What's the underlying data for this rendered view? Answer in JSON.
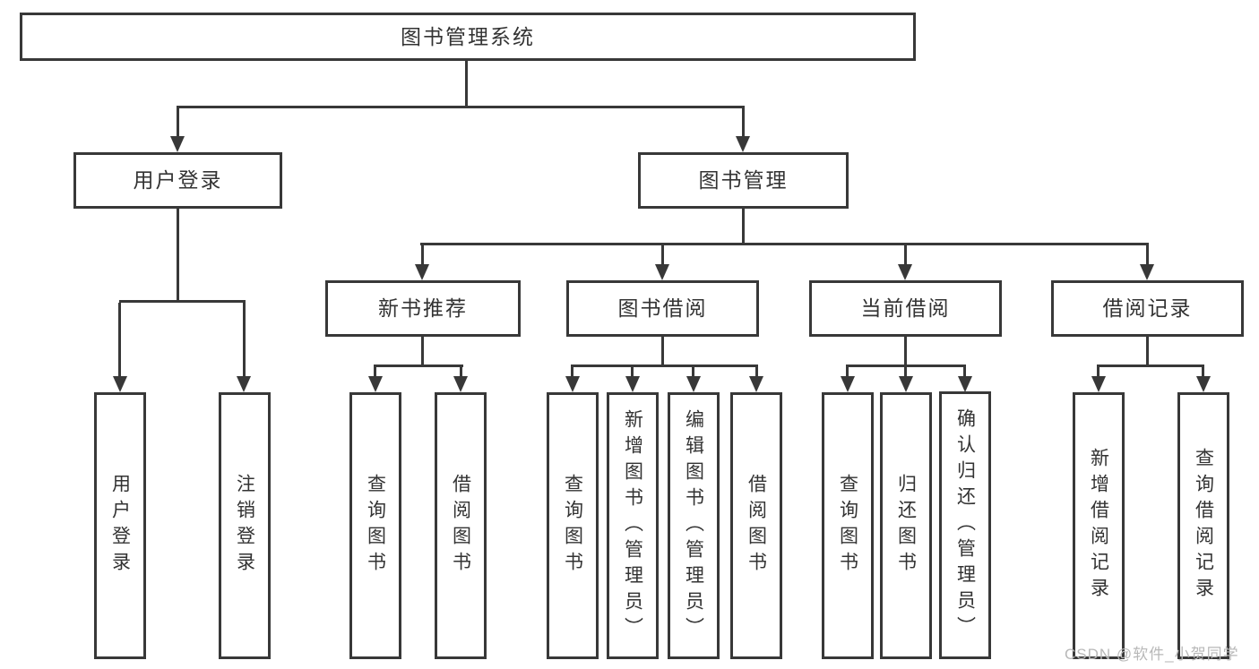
{
  "tree": {
    "root": "图书管理系统",
    "children": [
      {
        "label": "用户登录",
        "children": [
          {
            "label": "用户登录"
          },
          {
            "label": "注销登录"
          }
        ]
      },
      {
        "label": "图书管理",
        "children": [
          {
            "label": "新书推荐",
            "children": [
              {
                "label": "查询图书"
              },
              {
                "label": "借阅图书"
              }
            ]
          },
          {
            "label": "图书借阅",
            "children": [
              {
                "label": "查询图书"
              },
              {
                "label": "新增图书（管理员）"
              },
              {
                "label": "编辑图书（管理员）"
              },
              {
                "label": "借阅图书"
              }
            ]
          },
          {
            "label": "当前借阅",
            "children": [
              {
                "label": "查询图书"
              },
              {
                "label": "归还图书"
              },
              {
                "label": "确认归还（管理员）"
              }
            ]
          },
          {
            "label": "借阅记录",
            "children": [
              {
                "label": "新增借阅记录"
              },
              {
                "label": "查询借阅记录"
              }
            ]
          }
        ]
      }
    ]
  },
  "watermark": "CSDN @软件_小贺同学",
  "colors": {
    "line": "#383838",
    "text": "#333333",
    "watermark": "#b8b8b8",
    "background": "#ffffff"
  }
}
